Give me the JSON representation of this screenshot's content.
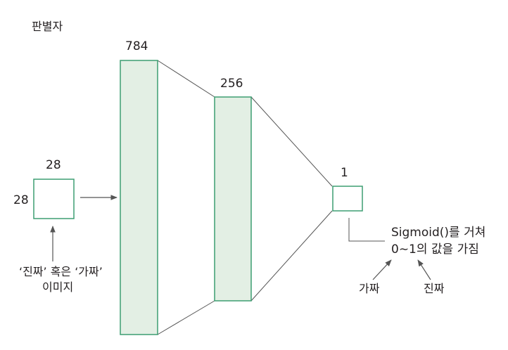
{
  "title": "판별자",
  "input": {
    "width_label": "28",
    "height_label": "28",
    "caption_line1": "‘진짜’ 혹은 ‘가짜’",
    "caption_line2": "이미지"
  },
  "layers": [
    {
      "label": "784"
    },
    {
      "label": "256"
    },
    {
      "label": "1"
    }
  ],
  "output_note": {
    "line1": "Sigmoid()를 거쳐",
    "line2": "0∼1의 값을 가짐",
    "fake_label": "가짜",
    "real_label": "진짜"
  },
  "colors": {
    "layer_fill": "#e3efe4",
    "layer_stroke": "#3d9e72",
    "line": "#555555",
    "arrow": "#555555"
  }
}
